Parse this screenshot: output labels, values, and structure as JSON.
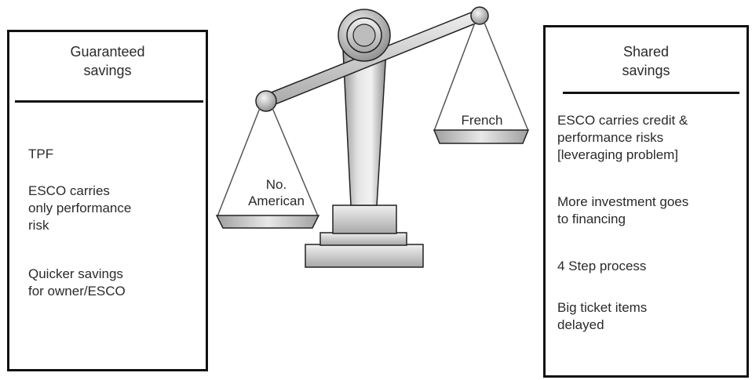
{
  "left_panel": {
    "title_lines": [
      "Guaranteed",
      "savings"
    ],
    "items": [
      [
        "TPF"
      ],
      [
        "ESCO carries",
        "only performance",
        "risk"
      ],
      [
        "Quicker savings",
        "for owner/ESCO"
      ]
    ]
  },
  "right_panel": {
    "title_lines": [
      "Shared",
      "savings"
    ],
    "items": [
      [
        "ESCO carries credit &",
        "performance risks",
        "[leveraging problem]"
      ],
      [
        "More investment goes",
        "to financing"
      ],
      [
        "4 Step process"
      ],
      [
        "Big ticket items",
        "delayed"
      ]
    ]
  },
  "scale": {
    "left_pan_label_lines": [
      "No.",
      "American"
    ],
    "right_pan_label": "French"
  }
}
